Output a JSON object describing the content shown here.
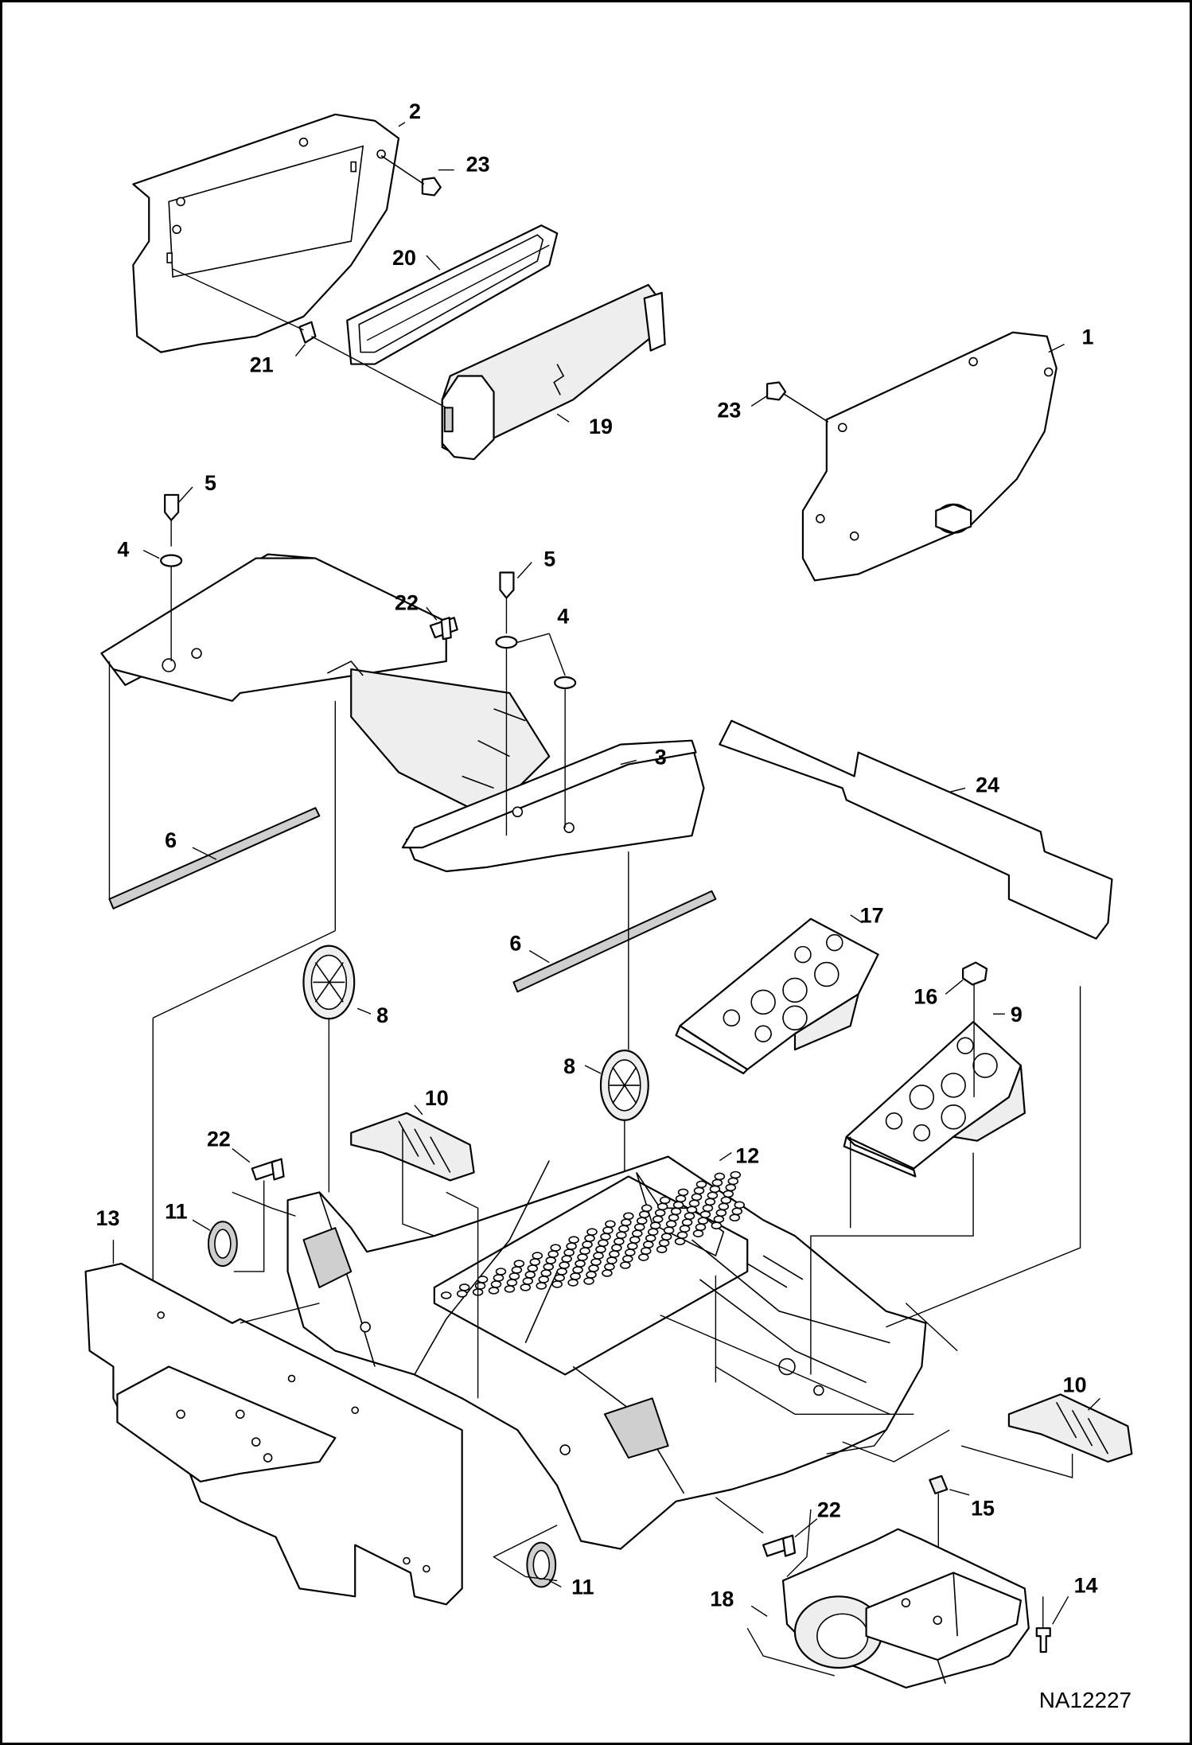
{
  "figure_id": "NA12227",
  "callouts": [
    {
      "id": "c1",
      "label": "1"
    },
    {
      "id": "c2",
      "label": "2"
    },
    {
      "id": "c3",
      "label": "3"
    },
    {
      "id": "c4a",
      "label": "4"
    },
    {
      "id": "c4b",
      "label": "4"
    },
    {
      "id": "c5a",
      "label": "5"
    },
    {
      "id": "c5b",
      "label": "5"
    },
    {
      "id": "c6a",
      "label": "6"
    },
    {
      "id": "c6b",
      "label": "6"
    },
    {
      "id": "c8a",
      "label": "8"
    },
    {
      "id": "c8b",
      "label": "8"
    },
    {
      "id": "c9",
      "label": "9"
    },
    {
      "id": "c10a",
      "label": "10"
    },
    {
      "id": "c10b",
      "label": "10"
    },
    {
      "id": "c11a",
      "label": "11"
    },
    {
      "id": "c11b",
      "label": "11"
    },
    {
      "id": "c12",
      "label": "12"
    },
    {
      "id": "c13",
      "label": "13"
    },
    {
      "id": "c14",
      "label": "14"
    },
    {
      "id": "c15",
      "label": "15"
    },
    {
      "id": "c16",
      "label": "16"
    },
    {
      "id": "c17",
      "label": "17"
    },
    {
      "id": "c18",
      "label": "18"
    },
    {
      "id": "c19",
      "label": "19"
    },
    {
      "id": "c20",
      "label": "20"
    },
    {
      "id": "c21",
      "label": "21"
    },
    {
      "id": "c22a",
      "label": "22"
    },
    {
      "id": "c22b",
      "label": "22"
    },
    {
      "id": "c22c",
      "label": "22"
    },
    {
      "id": "c23a",
      "label": "23"
    },
    {
      "id": "c23b",
      "label": "23"
    },
    {
      "id": "c24",
      "label": "24"
    }
  ]
}
